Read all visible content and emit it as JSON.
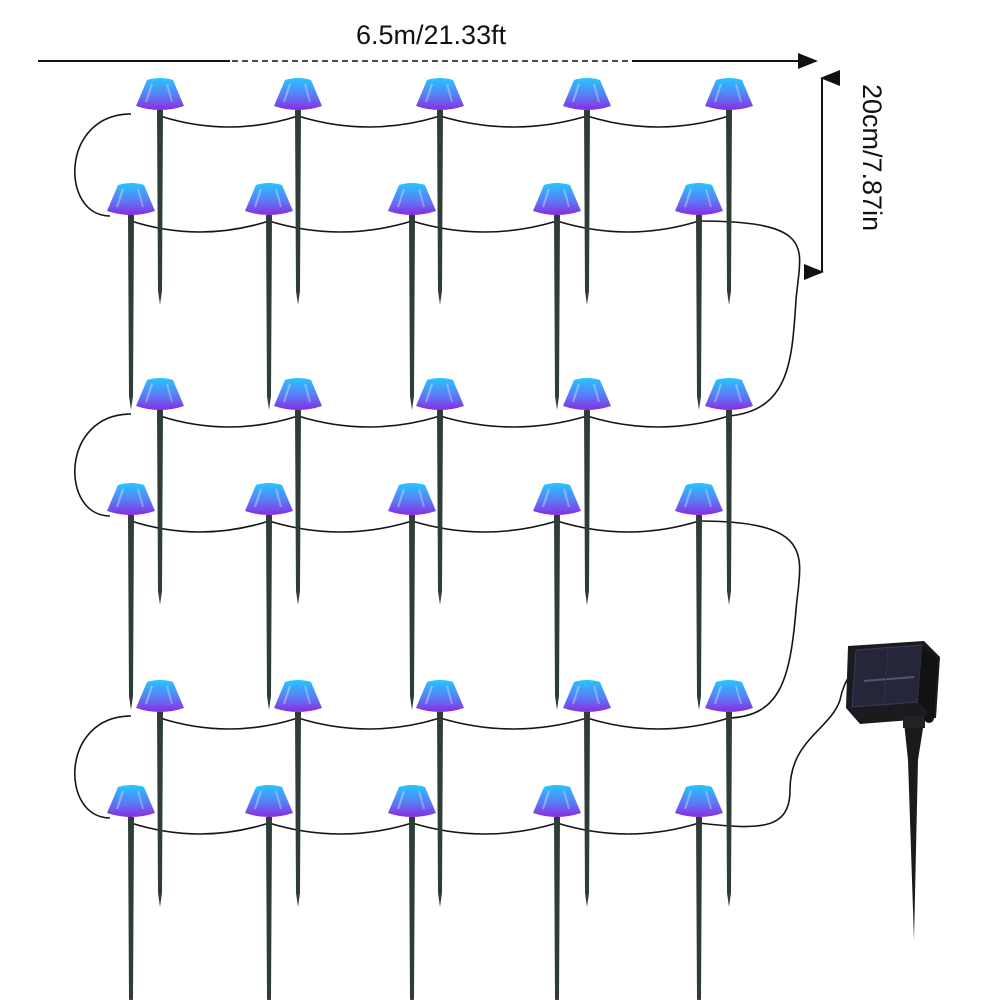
{
  "dimensions": {
    "width_label": "6.5m/21.33ft",
    "height_label": "20cm/7.87in"
  },
  "lamps": {
    "rows": 6,
    "per_row": 5,
    "total": 30
  },
  "colors": {
    "cap_top": "#26c6ff",
    "cap_bottom": "#8a2be2",
    "stake": "#2f3d38",
    "wire": "#151515",
    "panel": "#1b1b1f",
    "panel_cells": "#26263a"
  },
  "icons": {
    "light_cap": "mushroom-cap-icon",
    "solar_panel": "solar-panel-icon"
  }
}
